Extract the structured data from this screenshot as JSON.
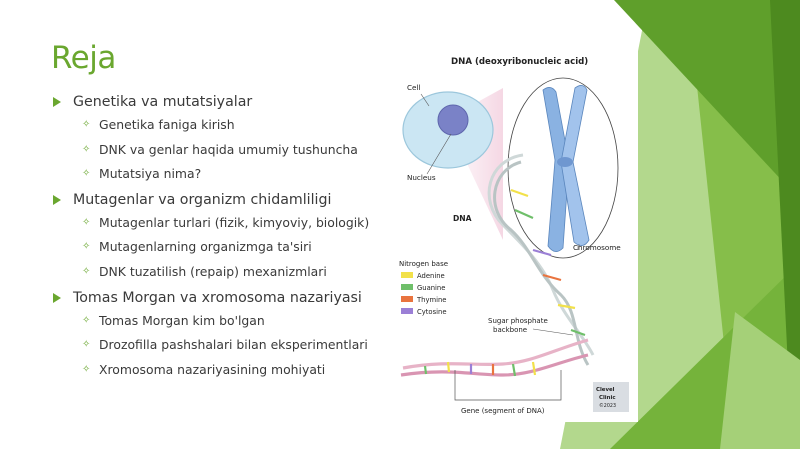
{
  "slide": {
    "title": "Reja",
    "outline": [
      {
        "text": "Genetika va mutatsiyalar",
        "sub": [
          "Genetika faniga kirish",
          "DNK va genlar haqida umumiy tushuncha",
          "Mutatsiya nima?"
        ]
      },
      {
        "text": "Mutagenlar va organizm chidamliligi",
        "sub": [
          "Mutagenlar turlari (fizik, kimyoviy, biologik)",
          "Mutagenlarning organizmga ta'siri",
          "DNK tuzatilish (repaip) mexanizmlari"
        ]
      },
      {
        "text": "Tomas Morgan va xromosoma nazariyasi",
        "sub": [
          "Tomas Morgan kim bo'lgan",
          "Drozofilla pashshalari bilan eksperimentlari",
          "Xromosoma nazariyasining mohiyati"
        ]
      }
    ]
  },
  "figure": {
    "title": "DNA (deoxyribonucleic acid)",
    "labels": {
      "cell": "Cell",
      "nucleus": "Nucleus",
      "dna": "DNA",
      "chromosome": "Chromosome",
      "nitrogen_base": "Nitrogen base",
      "backbone_1": "Sugar phosphate",
      "backbone_2": "backbone",
      "gene": "Gene (segment of DNA)"
    },
    "legend": [
      {
        "name": "Adenine",
        "color": "#f2e14a"
      },
      {
        "name": "Guanine",
        "color": "#6fbf6a"
      },
      {
        "name": "Thymine",
        "color": "#e9743f"
      },
      {
        "name": "Cytosine",
        "color": "#9b7fd6"
      }
    ],
    "logo": [
      "Clevel",
      "Clinic",
      "©2023"
    ]
  },
  "colors": {
    "accent": "#6aa72f",
    "text": "#3a3a3a"
  }
}
